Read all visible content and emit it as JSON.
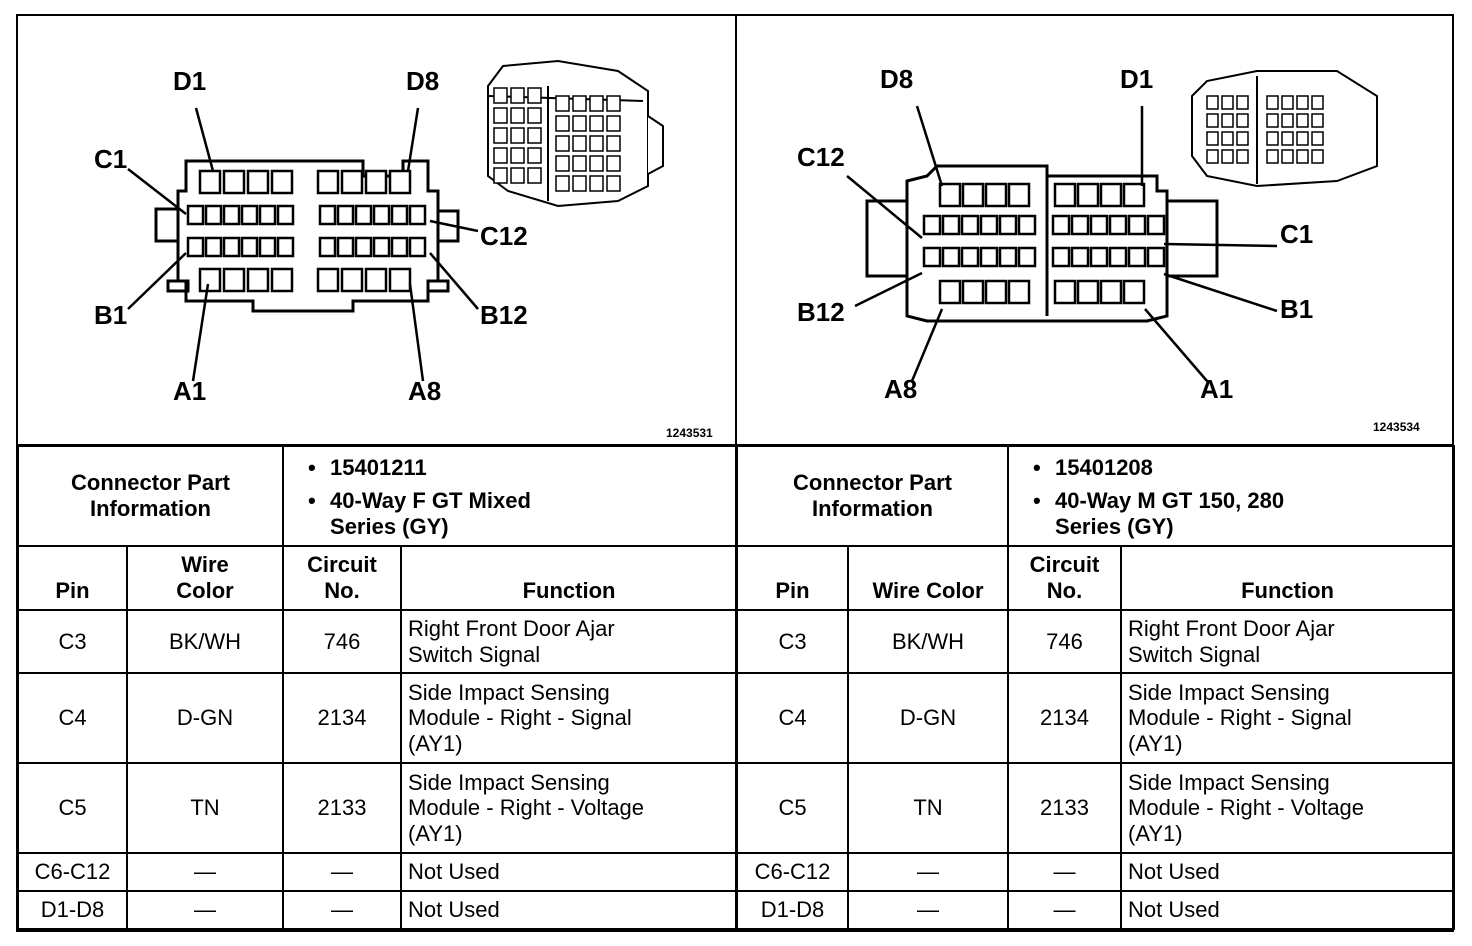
{
  "left": {
    "image_id": "1243531",
    "pin_labels": {
      "d1": "D1",
      "d8": "D8",
      "c1": "C1",
      "c12": "C12",
      "b1": "B1",
      "b12": "B12",
      "a1": "A1",
      "a8": "A8"
    },
    "connector_title": "Connector Part Information",
    "connector_info": [
      "15401211",
      "40-Way F GT Mixed Series (GY)"
    ],
    "headers": {
      "pin": "Pin",
      "wire": "Wire Color",
      "circuit": "Circuit No.",
      "function": "Function"
    },
    "rows": [
      {
        "pin": "C3",
        "wire": "BK/WH",
        "circuit": "746",
        "function": "Right Front Door Ajar Switch Signal"
      },
      {
        "pin": "C4",
        "wire": "D-GN",
        "circuit": "2134",
        "function": "Side Impact Sensing Module - Right - Signal (AY1)"
      },
      {
        "pin": "C5",
        "wire": "TN",
        "circuit": "2133",
        "function": "Side Impact Sensing Module - Right - Voltage (AY1)"
      },
      {
        "pin": "C6-C12",
        "wire": "—",
        "circuit": "—",
        "function": "Not Used"
      },
      {
        "pin": "D1-D8",
        "wire": "—",
        "circuit": "—",
        "function": "Not Used"
      }
    ]
  },
  "right": {
    "image_id": "1243534",
    "pin_labels": {
      "d8": "D8",
      "d1": "D1",
      "c12": "C12",
      "c1": "C1",
      "b12": "B12",
      "b1": "B1",
      "a8": "A8",
      "a1": "A1"
    },
    "connector_title": "Connector Part Information",
    "connector_info": [
      "15401208",
      "40-Way M GT 150, 280 Series (GY)"
    ],
    "headers": {
      "pin": "Pin",
      "wire": "Wire Color",
      "circuit": "Circuit No.",
      "function": "Function"
    },
    "rows": [
      {
        "pin": "C3",
        "wire": "BK/WH",
        "circuit": "746",
        "function": "Right Front Door Ajar Switch Signal"
      },
      {
        "pin": "C4",
        "wire": "D-GN",
        "circuit": "2134",
        "function": "Side Impact Sensing Module - Right - Signal (AY1)"
      },
      {
        "pin": "C5",
        "wire": "TN",
        "circuit": "2133",
        "function": "Side Impact Sensing Module - Right - Voltage (AY1)"
      },
      {
        "pin": "C6-C12",
        "wire": "—",
        "circuit": "—",
        "function": "Not Used"
      },
      {
        "pin": "D1-D8",
        "wire": "—",
        "circuit": "—",
        "function": "Not Used"
      }
    ]
  }
}
